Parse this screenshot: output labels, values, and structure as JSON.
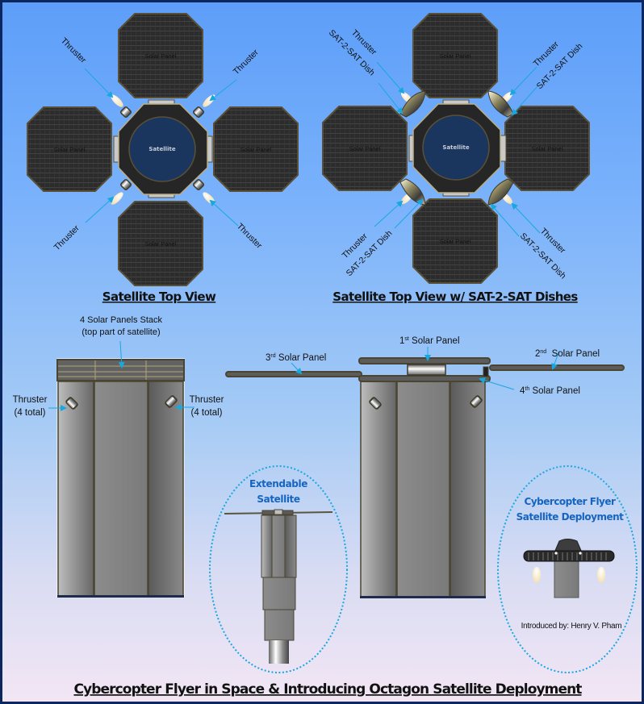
{
  "title": "Cybercopter Flyer in Space & Introducing Octagon Satellite Deployment",
  "top_view": {
    "caption": "Satellite Top View",
    "center_label": "Satellite",
    "panel_label": "Solar Panel",
    "thruster_label": "Thruster"
  },
  "top_view_dishes": {
    "caption": "Satellite Top View w/ SAT-2-SAT Dishes",
    "center_label": "Satellite",
    "panel_label": "Solar Panel",
    "thruster_label": "Thruster",
    "dish_label": "SAT-2-SAT Dish"
  },
  "side_view": {
    "stack_label_line1": "4 Solar Panels Stack",
    "stack_label_line2": "(top part of satellite)",
    "thruster_line1": "Thruster",
    "thruster_line2": "(4 total)"
  },
  "deployed_view": {
    "panel1": {
      "num": "1",
      "sup": "st",
      "text": " Solar Panel"
    },
    "panel2": {
      "num": "2",
      "sup": "nd",
      "text": "  Solar Panel"
    },
    "panel3": {
      "num": "3",
      "sup": "rd",
      "text": " Solar Panel"
    },
    "panel4": {
      "num": "4",
      "sup": "th",
      "text": " Solar Panel"
    }
  },
  "extendable": {
    "line1": "Extendable",
    "line2": "Satellite"
  },
  "deployment": {
    "line1": "Cybercopter Flyer",
    "line2": "Satellite Deployment"
  },
  "credit": "Introduced by: Henry V. Pham",
  "colors": {
    "panel_fill": "#2e2e2e",
    "panel_stroke": "#5a5038",
    "satellite_core": "#1a365e",
    "arrow": "#18a8e0",
    "accent_text": "#1565c0",
    "frame": "#0c2660"
  }
}
